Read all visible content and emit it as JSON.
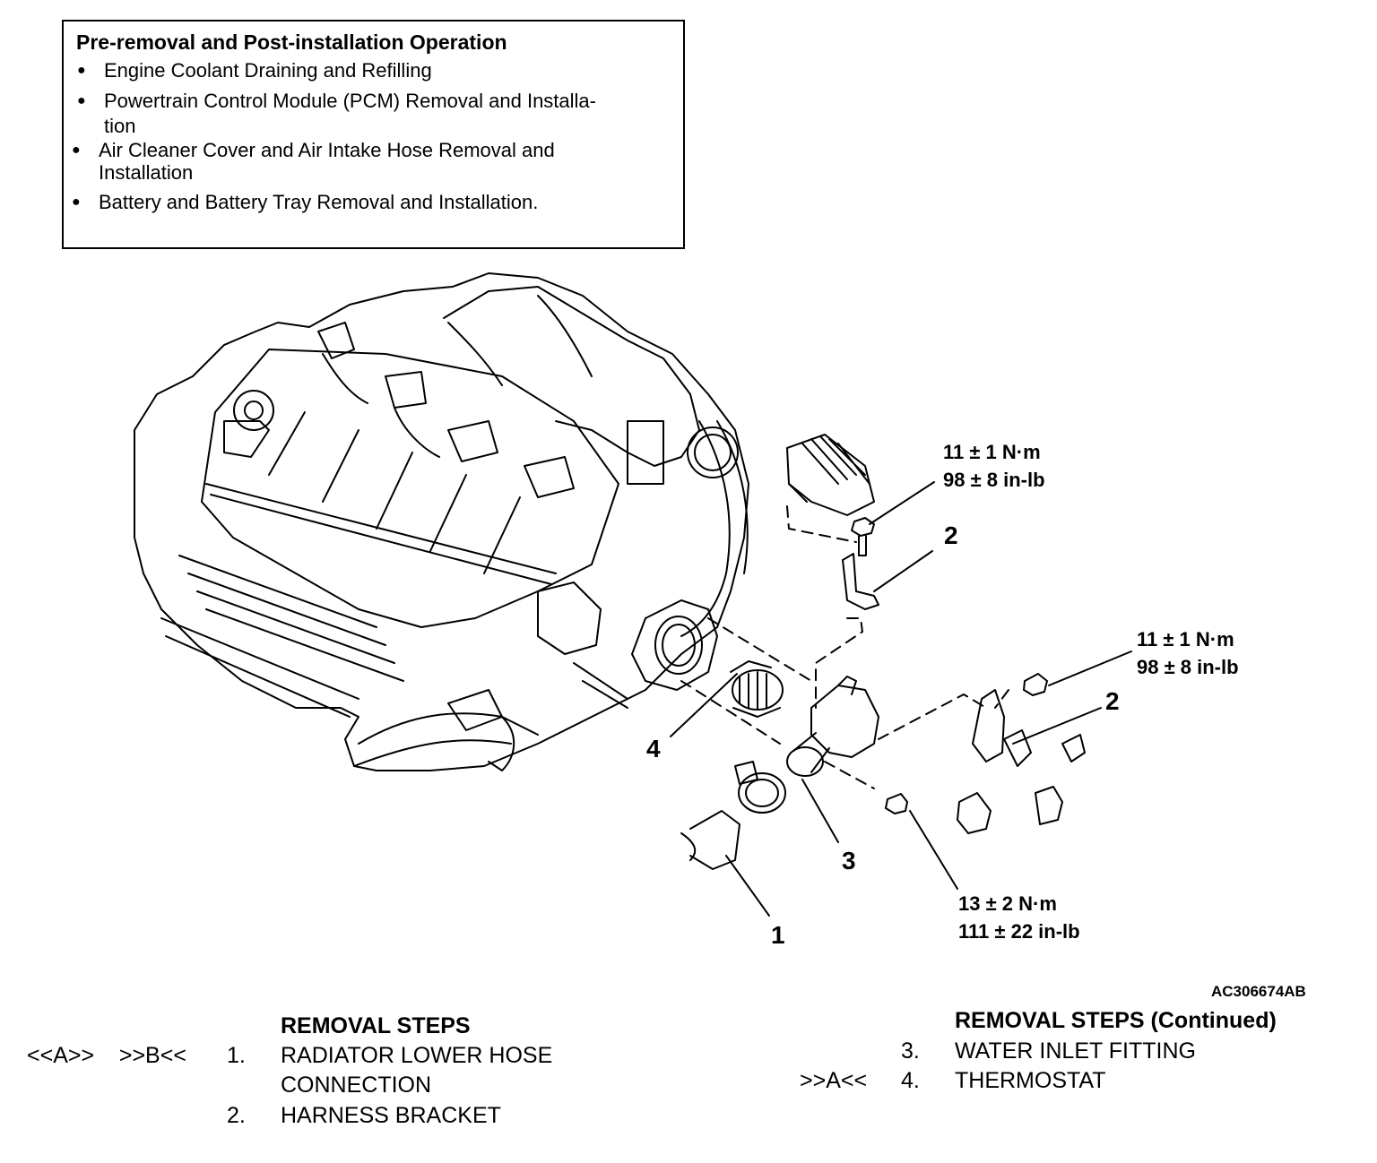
{
  "pre_operation": {
    "title": "Pre-removal and Post-installation Operation",
    "items": [
      {
        "line1": "Engine Coolant Draining and Refilling",
        "line2": ""
      },
      {
        "line1": "Powertrain Control Module (PCM) Removal and Installa-",
        "line2": "tion"
      },
      {
        "line1": "Air Cleaner Cover and  Air Intake Hose Removal and",
        "line2": "Installation"
      },
      {
        "line1": "Battery and Battery Tray Removal and Installation.",
        "line2": ""
      }
    ]
  },
  "torque_specs": [
    {
      "metric": "11 ± 1 N·m",
      "imperial": "98 ± 8 in-lb"
    },
    {
      "metric": "11 ± 1 N·m",
      "imperial": "98 ± 8 in-lb"
    },
    {
      "metric": "13 ± 2 N·m",
      "imperial": "111 ± 22 in-lb"
    }
  ],
  "callouts": {
    "radiator_hose": "1",
    "harness_bracket_upper": "2",
    "harness_bracket_lower": "2",
    "water_inlet_fitting": "3",
    "thermostat": "4"
  },
  "figure_code": "AC306674AB",
  "removal_steps": {
    "title": "REMOVAL STEPS",
    "title_continued": "REMOVAL STEPS (Continued)",
    "steps": [
      {
        "marks": "<<A>>    >>B<<",
        "number": "1.",
        "line1": "RADIATOR LOWER HOSE",
        "line2": "CONNECTION"
      },
      {
        "marks": "",
        "number": "2.",
        "line1": "HARNESS BRACKET",
        "line2": ""
      },
      {
        "marks": "",
        "number": "3.",
        "line1": "WATER INLET FITTING",
        "line2": ""
      },
      {
        "marks": ">>A<<",
        "number": "4.",
        "line1": "THERMOSTAT",
        "line2": ""
      }
    ]
  }
}
